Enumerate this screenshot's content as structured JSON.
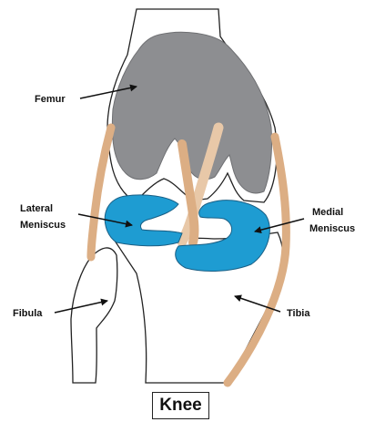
{
  "labels": {
    "femur": "Femur",
    "lateral_meniscus_line1": "Lateral",
    "lateral_meniscus_line2": "Meniscus",
    "medial_meniscus_line1": "Medial",
    "medial_meniscus_line2": "Meniscus",
    "fibula": "Fibula",
    "tibia": "Tibia"
  },
  "caption": "Knee",
  "colors": {
    "bone_outline": "#222222",
    "femur_cartilage": "#8d8e91",
    "meniscus": "#1e9cd2",
    "ligament": "#dcae84",
    "ligament_light": "#e8c8a8",
    "background": "#ffffff"
  }
}
